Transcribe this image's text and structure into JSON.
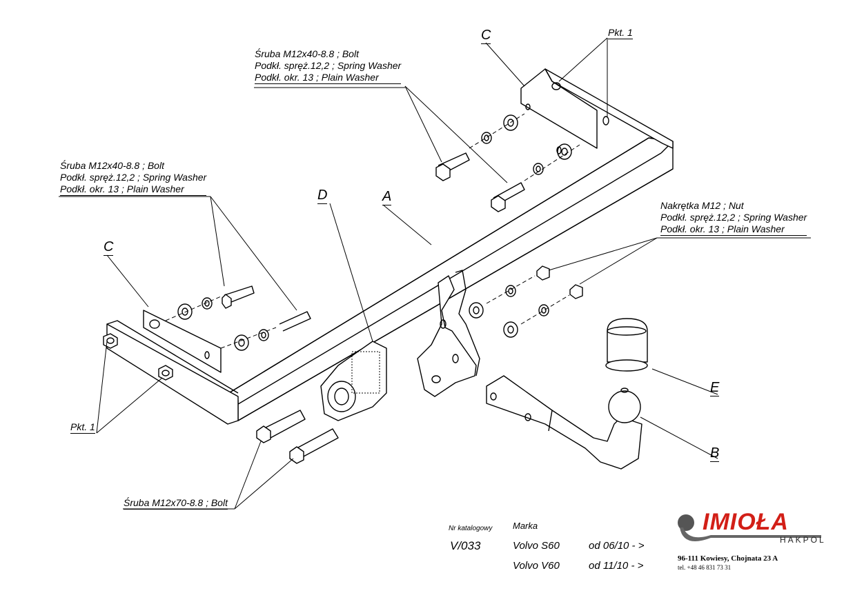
{
  "callouts": {
    "bolt_top": [
      "Śruba M12x40-8.8 ;  Bolt",
      "Podkł. spręż.12,2 ; Spring Washer",
      "Podkł. okr. 13 ; Plain Washer"
    ],
    "bolt_left": [
      "Śruba M12x40-8.8 ;  Bolt",
      "Podkł. spręż.12,2 ; Spring Washer",
      "Podkł. okr. 13 ; Plain Washer"
    ],
    "nut_right": [
      "Nakrętka  M12 ; Nut",
      "Podkł. spręż.12,2 ; Spring Washer",
      "Podkł. okr. 13 ; Plain Washer"
    ],
    "bolt_bottom": "Śruba M12x70-8.8 ;  Bolt",
    "pkt_top": "Pkt. 1",
    "pkt_left": "Pkt. 1"
  },
  "part_letters": {
    "c_top": "C",
    "c_left": "C",
    "d": "D",
    "a": "A",
    "e": "E",
    "b": "B"
  },
  "info_table": {
    "header_catalog": "Nr katalogowy",
    "header_brand": "Marka",
    "catalog_number": "V/033",
    "rows": [
      {
        "model": "Volvo S60",
        "from": "od  06/10 - >"
      },
      {
        "model": "Volvo V60",
        "from": "od  11/10 - >"
      }
    ]
  },
  "company": {
    "logo": "IMIOŁA",
    "sub": "HAKPOL",
    "address": "96-111 Kowiesy, Chojnata 23 A",
    "phone": "tel. +48 46 831 73 31",
    "brand_color": "#d21f17"
  }
}
